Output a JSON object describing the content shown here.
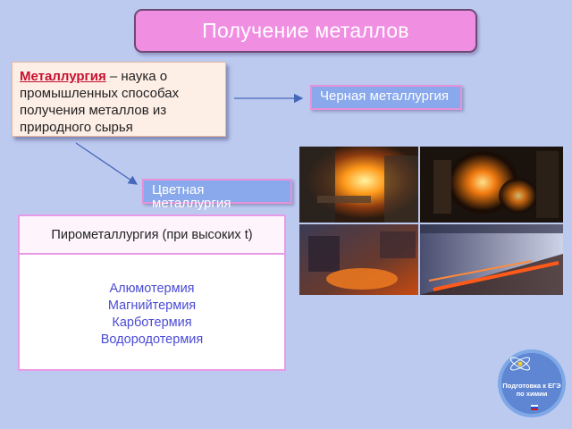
{
  "title": "Получение металлов",
  "definition": {
    "term": "Металлургия",
    "text": " – наука о промышленных способах получения металлов из природного сырья"
  },
  "branches": {
    "ferrous": "Черная металлургия",
    "nonferrous": "Цветная металлургия"
  },
  "pyrometallurgy": {
    "header": "Пирометаллургия (при высоких t)",
    "methods": [
      "Алюмотермия",
      "Магнийтермия",
      "Карботермия",
      "Водородотермия"
    ]
  },
  "logo": {
    "line1": "Подготовка к ЕГЭ",
    "line2": "по химии"
  },
  "colors": {
    "background": "#bccaf0",
    "title_fill": "#f08fe2",
    "term_red": "#c8102e",
    "tag_blue": "#89a9ec",
    "method_blue": "#4b4bd6"
  }
}
